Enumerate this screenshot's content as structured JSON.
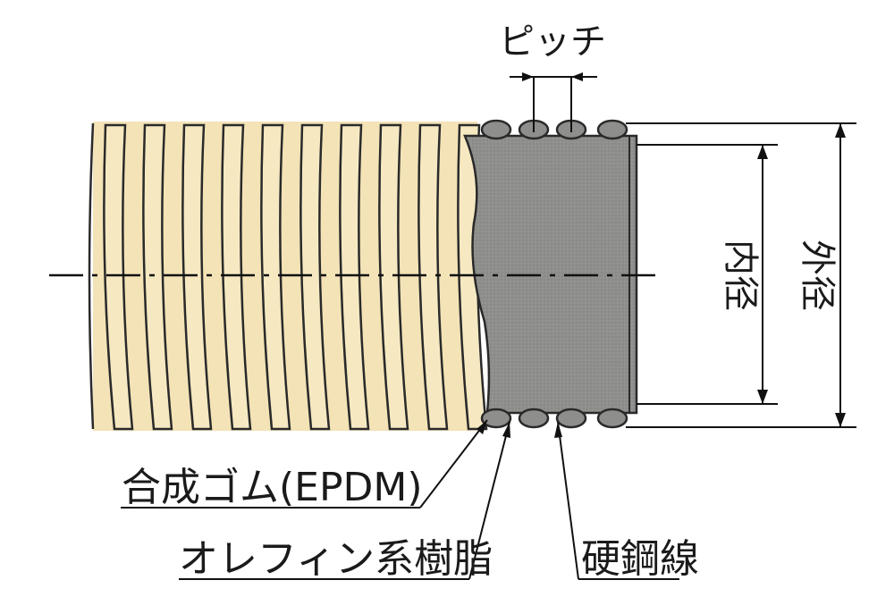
{
  "colors": {
    "background": "#ffffff",
    "hose_outer": "#f3e3b6",
    "hose_outline": "#2a2a2a",
    "section_fill": "#8e8f8c",
    "line": "#111111"
  },
  "labels": {
    "pitch": "ピッチ",
    "inner_diameter": "内径",
    "outer_diameter": "外径",
    "rubber": "合成ゴム(EPDM)",
    "olefin": "オレフィン系樹脂",
    "steel_wire": "硬鋼線"
  }
}
